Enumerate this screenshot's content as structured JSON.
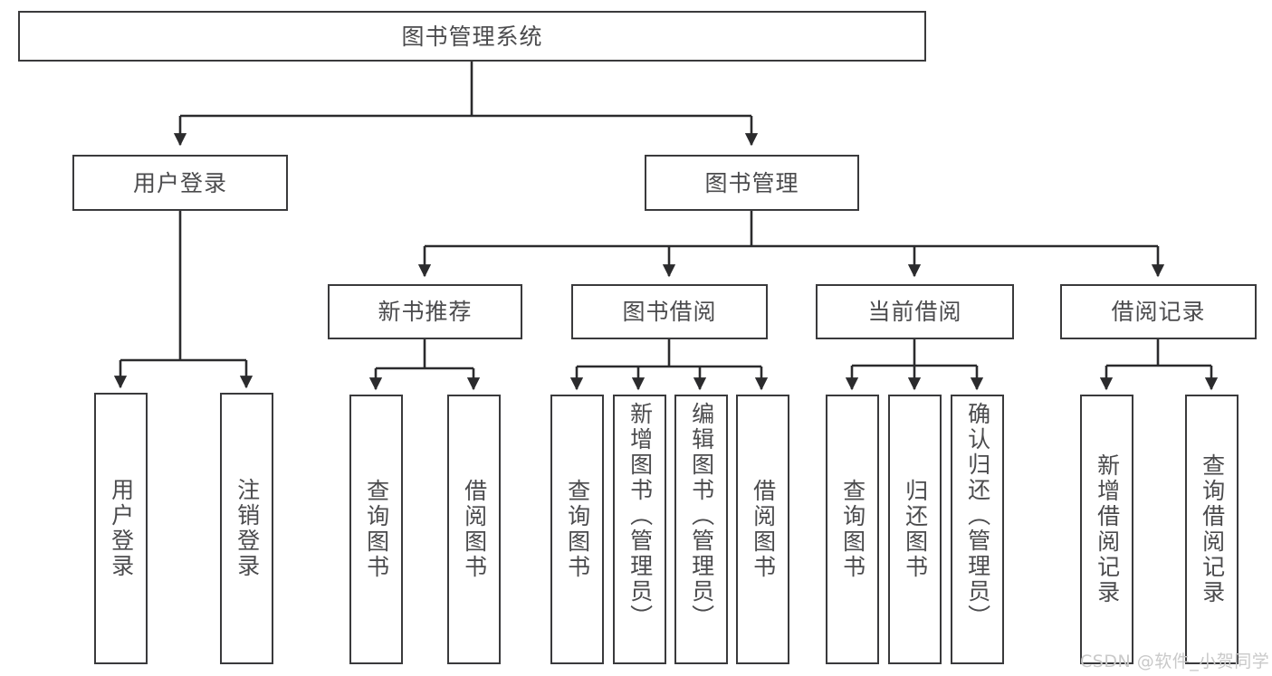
{
  "diagram": {
    "title": "图书管理系统",
    "type": "tree-hierarchy-chart",
    "root": {
      "id": "root",
      "label": "图书管理系统"
    },
    "level2": [
      {
        "id": "user-login",
        "label": "用户登录"
      },
      {
        "id": "book-management",
        "label": "图书管理"
      }
    ],
    "level3": [
      {
        "id": "new-book-recommend",
        "label": "新书推荐",
        "parent": "book-management"
      },
      {
        "id": "book-borrow",
        "label": "图书借阅",
        "parent": "book-management"
      },
      {
        "id": "current-borrow",
        "label": "当前借阅",
        "parent": "book-management"
      },
      {
        "id": "borrow-record",
        "label": "借阅记录",
        "parent": "book-management"
      }
    ],
    "leaves": [
      {
        "id": "leaf-user-login",
        "label": "用户登录",
        "parent": "user-login"
      },
      {
        "id": "leaf-logout-login",
        "label": "注销登录",
        "parent": "user-login"
      },
      {
        "id": "leaf-query-book-1",
        "label": "查询图书",
        "parent": "new-book-recommend"
      },
      {
        "id": "leaf-borrow-book-1",
        "label": "借阅图书",
        "parent": "new-book-recommend"
      },
      {
        "id": "leaf-query-book-2",
        "label": "查询图书",
        "parent": "book-borrow"
      },
      {
        "id": "leaf-add-book",
        "label": "新增图书（管理员）",
        "parent": "book-borrow"
      },
      {
        "id": "leaf-edit-book",
        "label": "编辑图书（管理员）",
        "parent": "book-borrow"
      },
      {
        "id": "leaf-borrow-book-2",
        "label": "借阅图书",
        "parent": "book-borrow"
      },
      {
        "id": "leaf-query-book-3",
        "label": "查询图书",
        "parent": "current-borrow"
      },
      {
        "id": "leaf-return-book",
        "label": "归还图书",
        "parent": "current-borrow"
      },
      {
        "id": "leaf-confirm-return",
        "label": "确认归还（管理员）",
        "parent": "current-borrow"
      },
      {
        "id": "leaf-add-record",
        "label": "新增借阅记录",
        "parent": "borrow-record"
      },
      {
        "id": "leaf-query-record",
        "label": "查询借阅记录",
        "parent": "borrow-record"
      }
    ],
    "colors": {
      "box_border": "#3a3a3c",
      "box_fill": "#ffffff",
      "text": "#4b4b4d",
      "connector": "#2b2b2d",
      "background": "#ffffff",
      "watermark": "#c9c9c9"
    }
  },
  "watermark": {
    "text": "CSDN @软件_小贺同学"
  }
}
